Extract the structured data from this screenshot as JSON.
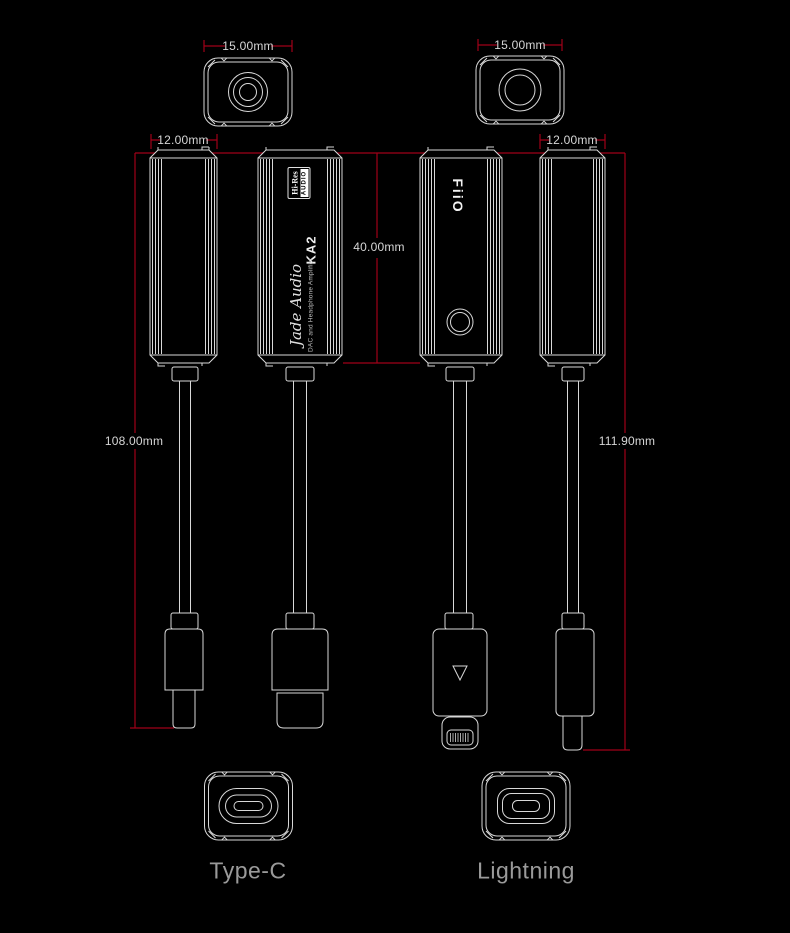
{
  "dimensions": {
    "jack_end_width_left": "15.00mm",
    "jack_end_width_right": "15.00mm",
    "device_depth_left": "12.00mm",
    "device_depth_right": "12.00mm",
    "body_length": "40.00mm",
    "total_length_typec": "108.00mm",
    "total_length_lightning": "111.90mm"
  },
  "device": {
    "hires_line1": "Hi-Res",
    "hires_line2": "AUDIO",
    "model": "KA2",
    "brand_script": "Jade Audio",
    "tagline": "DAC and Headphone Amplifier",
    "brand_logo": "FiiO"
  },
  "connector_labels": {
    "left": "Type-C",
    "right": "Lightning"
  },
  "colors": {
    "background": "#000000",
    "outline": "#d8d8d8",
    "dimension_line": "#a00018",
    "dimension_text": "#d6d6d6",
    "label_text": "#9a9a9a"
  }
}
